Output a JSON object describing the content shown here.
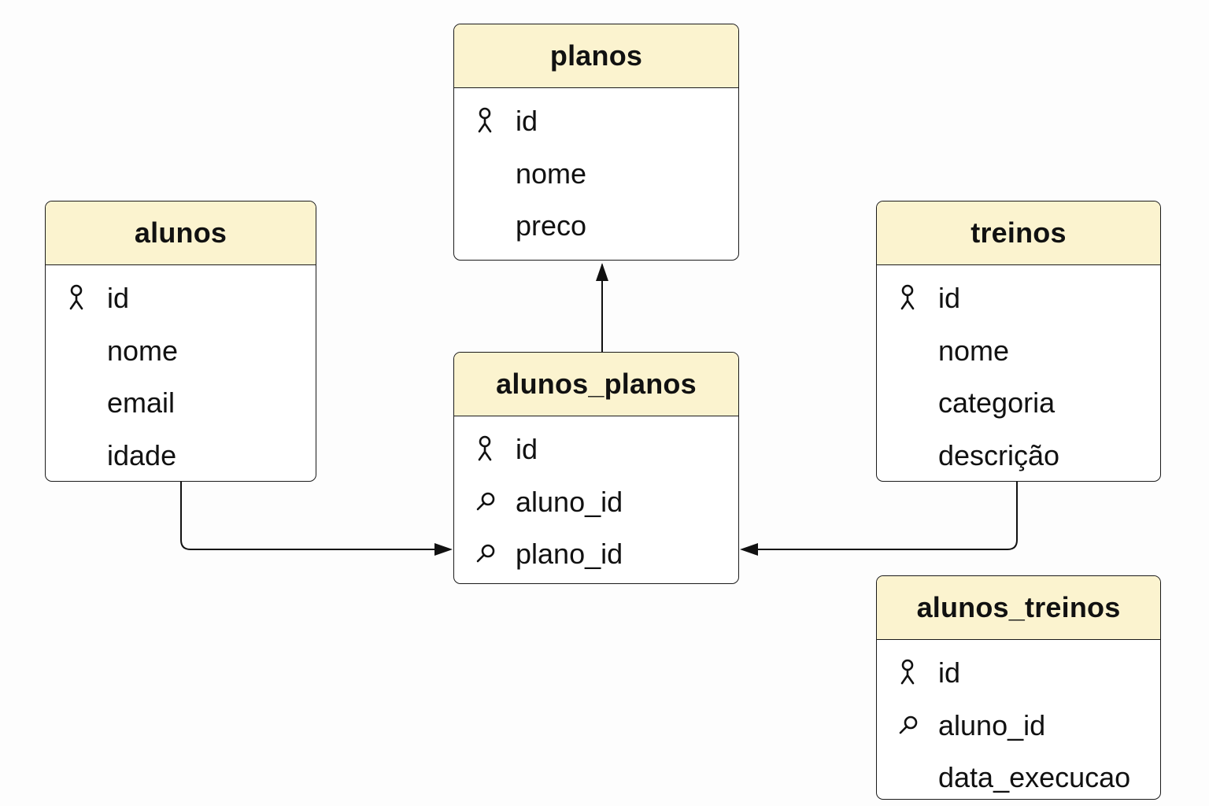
{
  "entities": {
    "planos": {
      "title": "planos",
      "fields": [
        {
          "name": "id",
          "icon": "primary-key-icon"
        },
        {
          "name": "nome",
          "icon": ""
        },
        {
          "name": "preco",
          "icon": ""
        }
      ]
    },
    "alunos": {
      "title": "alunos",
      "fields": [
        {
          "name": "id",
          "icon": "primary-key-icon"
        },
        {
          "name": "nome",
          "icon": ""
        },
        {
          "name": "email",
          "icon": ""
        },
        {
          "name": "idade",
          "icon": ""
        }
      ]
    },
    "treinos": {
      "title": "treinos",
      "fields": [
        {
          "name": "id",
          "icon": "primary-key-icon"
        },
        {
          "name": "nome",
          "icon": ""
        },
        {
          "name": "categoria",
          "icon": ""
        },
        {
          "name": "descrição",
          "icon": ""
        }
      ]
    },
    "alunos_planos": {
      "title": "alunos_planos",
      "fields": [
        {
          "name": "id",
          "icon": "primary-key-icon"
        },
        {
          "name": "aluno_id",
          "icon": "foreign-key-icon"
        },
        {
          "name": "plano_id",
          "icon": "foreign-key-icon"
        }
      ]
    },
    "alunos_treinos": {
      "title": "alunos_treinos",
      "fields": [
        {
          "name": "id",
          "icon": "primary-key-icon"
        },
        {
          "name": "aluno_id",
          "icon": "foreign-key-icon"
        },
        {
          "name": "data_execucao",
          "icon": ""
        }
      ]
    }
  },
  "relationships": [
    {
      "from": "alunos_planos",
      "to": "planos"
    },
    {
      "from": "alunos",
      "to": "alunos_planos"
    },
    {
      "from": "treinos",
      "to": "alunos_planos"
    }
  ],
  "colors": {
    "header_fill": "#fbf3cf",
    "border": "#1a1a1a",
    "background": "#fdfdfd"
  }
}
